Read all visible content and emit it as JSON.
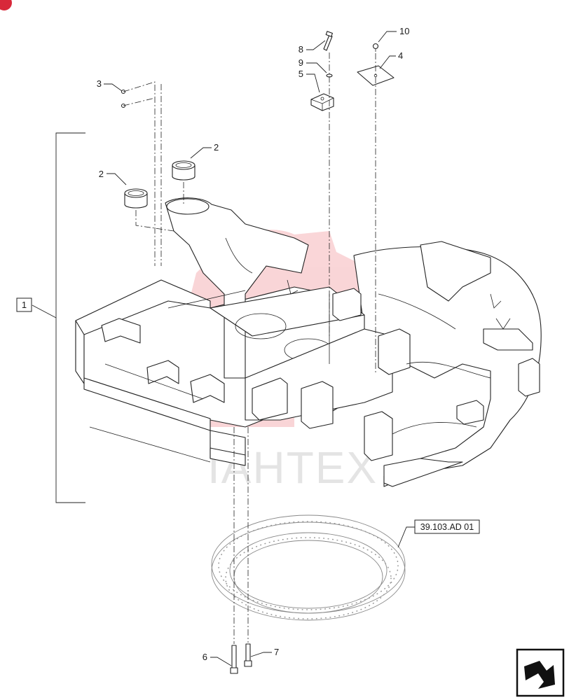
{
  "diagram": {
    "callouts": [
      {
        "id": "c-1",
        "label": "1"
      },
      {
        "id": "c-2a",
        "label": "2"
      },
      {
        "id": "c-2b",
        "label": "2"
      },
      {
        "id": "c-3",
        "label": "3"
      },
      {
        "id": "c-4",
        "label": "4"
      },
      {
        "id": "c-5",
        "label": "5"
      },
      {
        "id": "c-6",
        "label": "6"
      },
      {
        "id": "c-7",
        "label": "7"
      },
      {
        "id": "c-8",
        "label": "8"
      },
      {
        "id": "c-9",
        "label": "9"
      },
      {
        "id": "c-10",
        "label": "10"
      }
    ],
    "reference_label": "39.103.AD 01",
    "watermark_text": "IAHTEX",
    "icon_names": [
      "corner-badge-icon",
      "next-page-arrow-icon",
      "watermark-logo-icon"
    ],
    "colors": {
      "line": "#222222",
      "watermark_red": "#e8444d",
      "badge": "#d8283a"
    }
  }
}
